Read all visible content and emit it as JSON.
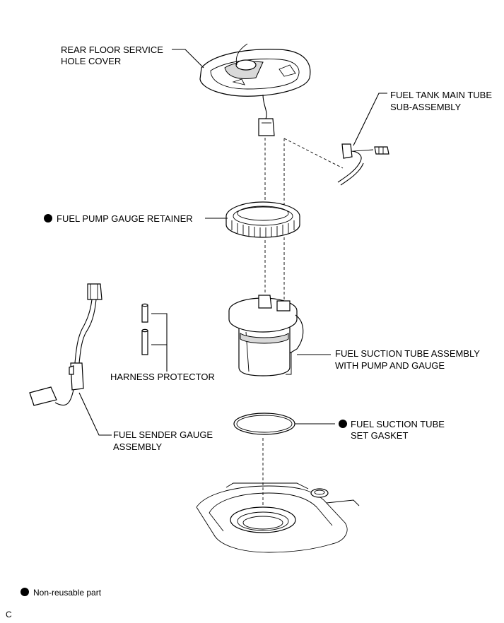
{
  "labels": {
    "rear_floor_cover": [
      "REAR FLOOR SERVICE",
      "HOLE COVER"
    ],
    "main_tube": [
      "FUEL TANK MAIN TUBE",
      "SUB-ASSEMBLY"
    ],
    "retainer": [
      "FUEL PUMP GAUGE RETAINER"
    ],
    "suction_tube": [
      "FUEL SUCTION TUBE ASSEMBLY",
      "WITH PUMP AND GAUGE"
    ],
    "harness": [
      "HARNESS PROTECTOR"
    ],
    "sender_gauge": [
      "FUEL SENDER GAUGE",
      "ASSEMBLY"
    ],
    "gasket": [
      "FUEL SUCTION TUBE",
      "SET GASKET"
    ]
  },
  "legend": {
    "text": "Non-reusable part"
  },
  "figure_code": "C"
}
